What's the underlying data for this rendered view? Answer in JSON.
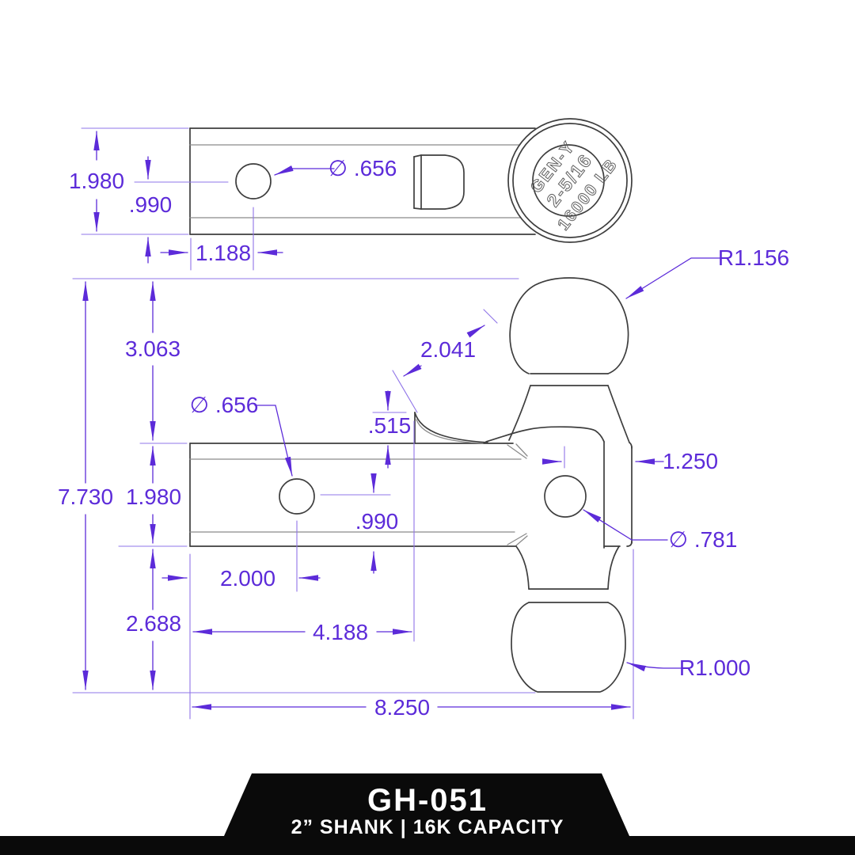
{
  "drawing": {
    "top_view": {
      "height": "1.980",
      "center_offset": ".990",
      "hole_offset": "1.188",
      "hole_dia": "∅ .656",
      "stamp": {
        "brand": "GEN-Y",
        "ball_size": "2-5/16",
        "capacity": "16000 LB"
      }
    },
    "side_view": {
      "overall_height": "7.730",
      "rise": "3.063",
      "shank_height": "1.980",
      "drop": "2.688",
      "ball_clearance": "2.041",
      "lip_height": ".515",
      "hole_dia": "∅ .656",
      "hole_to_bottom": ".990",
      "hole_offset": "2.000",
      "head_offset": "4.188",
      "overall_length": "8.250",
      "top_ball_radius": "R1.156",
      "head_width": "1.250",
      "pin_hole_dia": "∅ .781",
      "bottom_ball_radius": "R1.000"
    }
  },
  "banner": {
    "model": "GH-051",
    "spec": "2” SHANK | 16K CAPACITY"
  },
  "colors": {
    "dimension": "#5c2bd9",
    "line_dark": "#3e3e3e",
    "banner_bg": "#0a0a0a"
  }
}
